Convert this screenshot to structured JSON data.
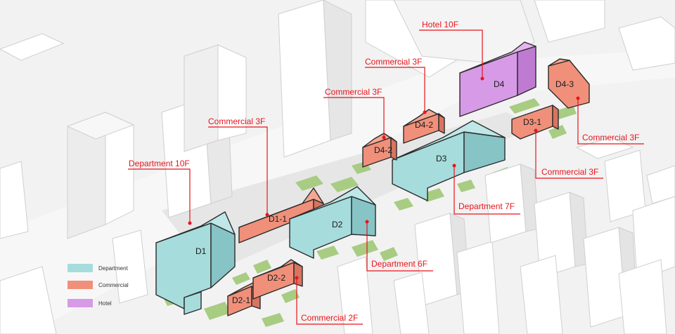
{
  "colors": {
    "department": "#a6dcdc",
    "department_dark": "#86c4c6",
    "commercial": "#f0907a",
    "commercial_dark": "#d9745f",
    "hotel": "#d79ae6",
    "hotel_dark": "#bf7bd1",
    "green": "#a8cc82",
    "annotation": "#e8141c",
    "context": "#ffffff",
    "context_shade": "#dcdcdc"
  },
  "blocks": {
    "d1": "D1",
    "d1_1": "D1-1",
    "d2": "D2",
    "d2_1": "D2-1",
    "d2_2": "D2-2",
    "d3": "D3",
    "d3_1": "D3-1",
    "d4": "D4",
    "d4_2a": "D4-2",
    "d4_2b": "D4-2",
    "d4_3": "D4-3"
  },
  "annotations": {
    "hotel": "Hotel 10F",
    "d4_2_upper": "Commercial 3F",
    "d4_2_lower": "Commercial 3F",
    "d1_1": "Commercial 3F",
    "d1": "Department 10F",
    "d3": "Department 7F",
    "d2": "Department 6F",
    "d2_2": "Commercial 2F",
    "d4_3": "Commercial 3F",
    "d3_1": "Commercial 3F"
  },
  "legend": {
    "department": "Department",
    "commercial": "Commercial",
    "hotel": "Hotel"
  }
}
